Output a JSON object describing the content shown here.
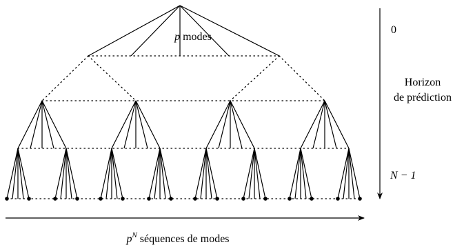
{
  "labels": {
    "modes_var": "p",
    "modes_text": " modes",
    "stage_start": "0",
    "horizon_line1": "Horizon",
    "horizon_line2": "de prédiction",
    "stage_end": "N − 1",
    "seq_base": "p",
    "seq_exp": "N",
    "seq_text": " séquences de modes"
  },
  "tree": {
    "modes_per_node": 5,
    "levels_drawn": [
      "root",
      "level-1",
      "elided",
      "level-k",
      "level-k+1",
      "leaves"
    ],
    "leaf_nodes_marked": true
  }
}
